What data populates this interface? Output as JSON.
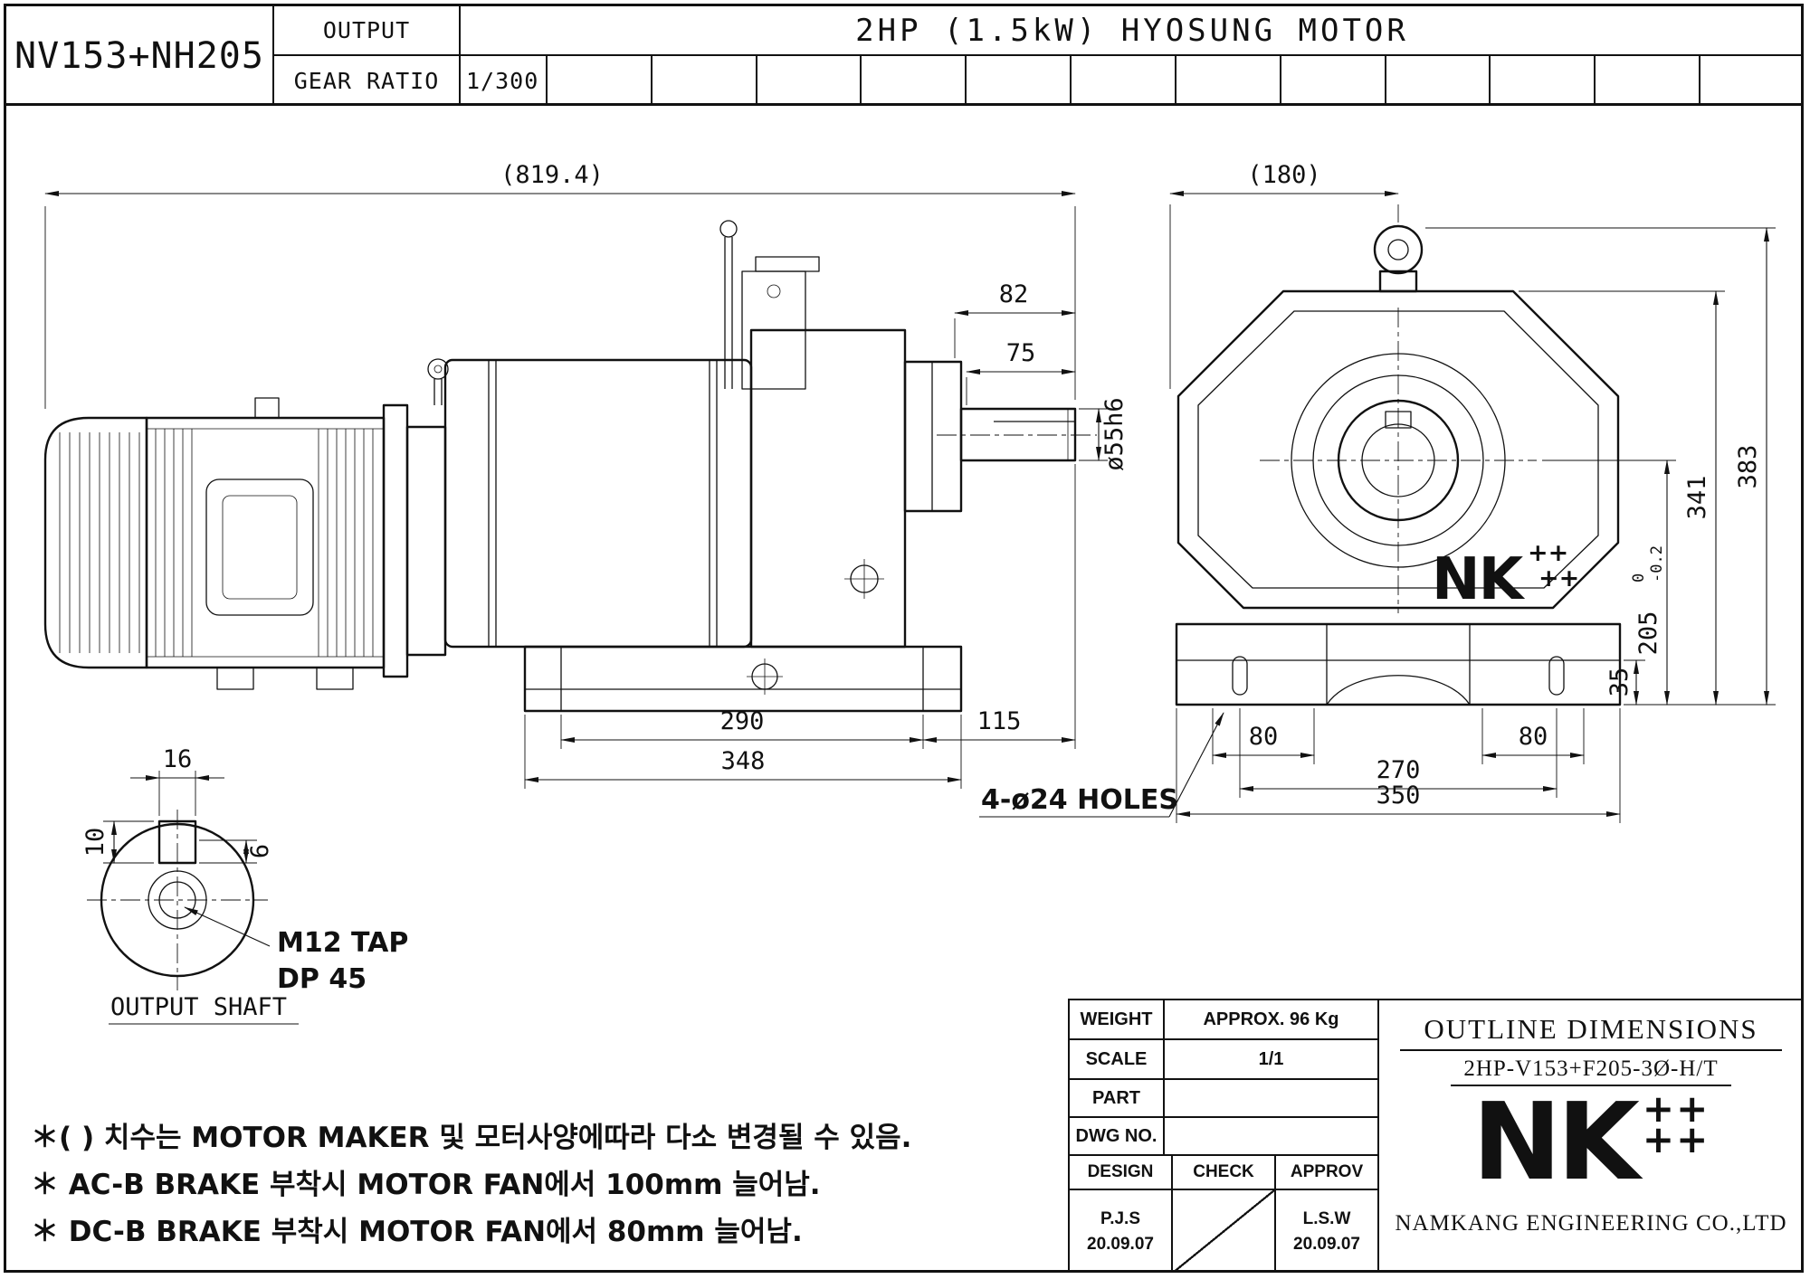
{
  "colors": {
    "ink": "#111111",
    "background": "#ffffff"
  },
  "header": {
    "model": "NV153+NH205",
    "output_label": "OUTPUT",
    "gear_ratio_label": "GEAR RATIO",
    "gear_ratio_value": "1/300",
    "title": "2HP (1.5kW) HYOSUNG MOTOR"
  },
  "side_view": {
    "dim_overall": "(819.4)",
    "dim_82": "82",
    "dim_75": "75",
    "dim_shaft": "ø55h6",
    "dim_290": "290",
    "dim_115": "115",
    "dim_348": "348"
  },
  "front_view": {
    "dim_180": "(180)",
    "dim_383": "383",
    "dim_341": "341",
    "dim_205": "205",
    "dim_205_tol_upper": "0",
    "dim_205_tol_lower": "-0.2",
    "dim_35": "35",
    "dim_80_left": "80",
    "dim_270": "270",
    "dim_80_right": "80",
    "dim_350": "350",
    "holes_note": "4-ø24 HOLES",
    "logo": "NK",
    "logo_plus1": "++",
    "logo_plus2": "++"
  },
  "shaft_detail": {
    "dim_16": "16",
    "dim_10": "10",
    "dim_6": "6",
    "tap_line1": "M12 TAP",
    "tap_line2": "DP 45",
    "caption": "OUTPUT SHAFT"
  },
  "notes": [
    "＊(  ) 치수는 MOTOR MAKER 및 모터사양에따라 다소 변경될 수 있음.",
    "＊ AC-B BRAKE 부착시 MOTOR FAN에서 100mm 늘어남.",
    "＊ DC-B BRAKE 부착시 MOTOR FAN에서 80mm 늘어남."
  ],
  "title_block": {
    "weight_label": "WEIGHT",
    "weight_value": "APPROX. 96 Kg",
    "scale_label": "SCALE",
    "scale_value": "1/1",
    "part_label": "PART",
    "dwg_label": "DWG NO.",
    "design_label": "DESIGN",
    "check_label": "CHECK",
    "approv_label": "APPROV",
    "design_name": "P.J.S",
    "design_date": "20.09.07",
    "approv_name": "L.S.W",
    "approv_date": "20.09.07",
    "outline_title": "OUTLINE DIMENSIONS",
    "outline_subtitle": "2HP-V153+F205-3Ø-H/T",
    "logo": "NK",
    "logo_plus1": "++",
    "logo_plus2": "++",
    "company": "NAMKANG ENGINEERING CO.,LTD"
  }
}
